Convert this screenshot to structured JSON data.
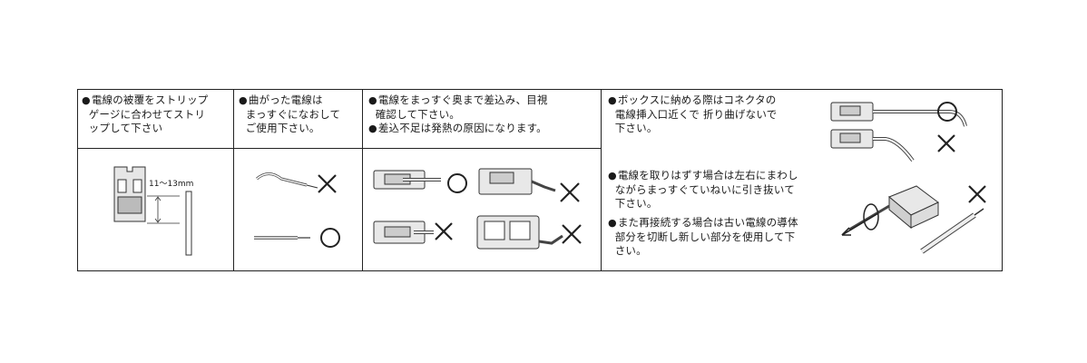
{
  "bullet": "●",
  "panel1": {
    "lines": [
      "電線の被覆をストリップ",
      "ゲージに合わせてストリ",
      "ップして下さい"
    ],
    "dimension": "11〜13mm"
  },
  "panel2": {
    "lines": [
      "曲がった電線は",
      "まっすぐになおして",
      "ご使用下さい。"
    ]
  },
  "panel3": {
    "lines": [
      "電線をまっすぐ奥まで差込み、目視",
      "確認して下さい。"
    ],
    "note": "差込不足は発熱の原因になります。"
  },
  "panel4": {
    "item1": [
      "ボックスに納める際はコネクタの",
      "電線挿入口近くで 折り曲げないで",
      "下さい。"
    ],
    "item2": [
      "電線を取りはずす場合は左右にまわし",
      "ながらまっすぐていねいに引き抜いて",
      "下さい。"
    ],
    "item3": [
      "また再接続する場合は古い電線の導体",
      "部分を切断し新しい部分を使用して下",
      "さい。"
    ]
  },
  "marks": {
    "ok": "circle-ok",
    "ng": "cross-ng"
  }
}
